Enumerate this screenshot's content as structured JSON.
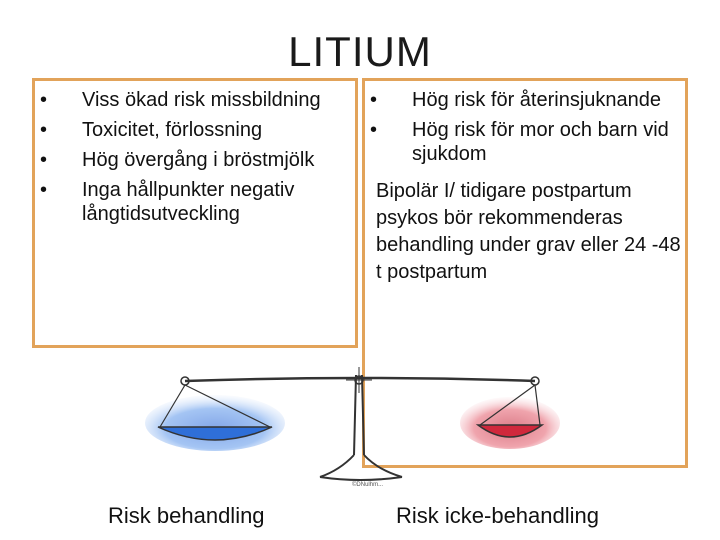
{
  "title": "LITIUM",
  "left": {
    "bullets": [
      "Viss ökad risk missbildning",
      "Toxicitet, förlossning",
      "Hög övergång i bröstmjölk",
      "Inga hållpunkter negativ långtidsutveckling"
    ]
  },
  "right": {
    "bullets": [
      "Hög risk för återinsjuknande",
      "Hög risk för mor och barn vid sjukdom"
    ],
    "note": "Bipolär I/ tidigare postpartum psykos bör rekommenderas behandling under grav eller 24 -48 t postpartum"
  },
  "captions": {
    "left": "Risk behandling",
    "right": "Risk icke-behandling"
  },
  "bullet_glyph": "•",
  "colors": {
    "frame": "#e2a35a",
    "left_pan": "#3f7fe0",
    "right_pan": "#d8283c"
  },
  "icons": {
    "scale": "balance-scale-illustration"
  },
  "credit": "©DNulhm..."
}
